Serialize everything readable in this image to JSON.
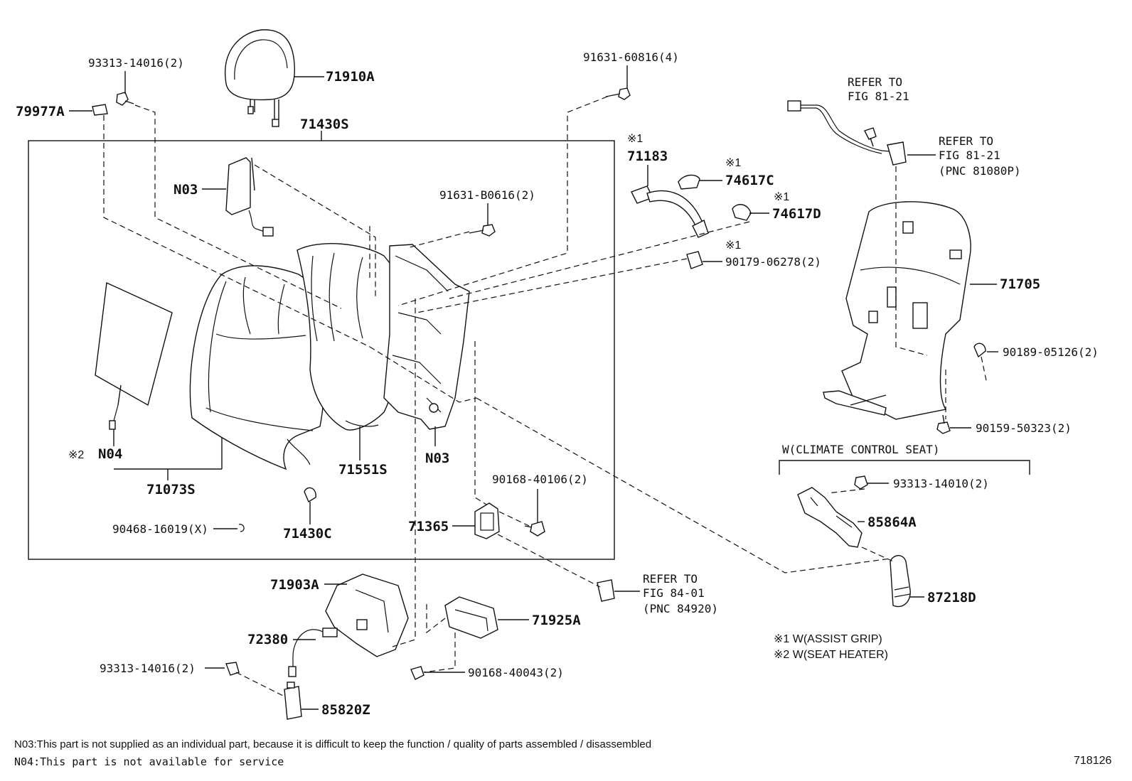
{
  "diagram": {
    "labels": {
      "p93313_top": "93313-14016(2)",
      "p79977A": "79977A",
      "p71910A": "71910A",
      "p71430S": "71430S",
      "p91631_60816": "91631-60816(4)",
      "p91631_B0616": "91631-B0616(2)",
      "n03_top": "N03",
      "n03_mid": "N03",
      "note1_71183": "※1",
      "p71183": "71183",
      "note1_74617C": "※1",
      "p74617C": "74617C",
      "note1_74617D": "※1",
      "p74617D": "74617D",
      "note1_90179": "※1",
      "p90179": "90179-06278(2)",
      "refer1_a": "REFER TO",
      "refer1_b": "FIG 81-21",
      "refer2_a": "REFER TO",
      "refer2_b": "FIG 81-21",
      "refer2_c": "(PNC 81080P)",
      "p71705": "71705",
      "p90189": "90189-05126(2)",
      "p90159": "90159-50323(2)",
      "climate_title": "W(CLIMATE CONTROL SEAT)",
      "p93313_climate": "93313-14010(2)",
      "p85864A": "85864A",
      "p87218D": "87218D",
      "note2_n04": "※2",
      "n04": "N04",
      "p71073S": "71073S",
      "p71551S": "71551S",
      "p90168_40106": "90168-40106(2)",
      "p71365": "71365",
      "p90468": "90468-16019(X)",
      "p71430C": "71430C",
      "refer3_a": "REFER TO",
      "refer3_b": "FIG 84-01",
      "refer3_c": "(PNC 84920)",
      "p71903A": "71903A",
      "p71925A": "71925A",
      "p72380": "72380",
      "p93313_bottom": "93313-14016(2)",
      "p90168_40043": "90168-40043(2)",
      "p85820Z": "85820Z"
    },
    "legend": {
      "assist_grip": "※1 W(ASSIST GRIP)",
      "seat_heater": "※2 W(SEAT HEATER)"
    },
    "footnotes": {
      "n03": "N03:This part is not supplied as an individual part, because it is difficult to keep the function / quality of parts assembled / disassembled",
      "n04": "N04:This part is not available for service"
    },
    "figure_number": "718126"
  }
}
